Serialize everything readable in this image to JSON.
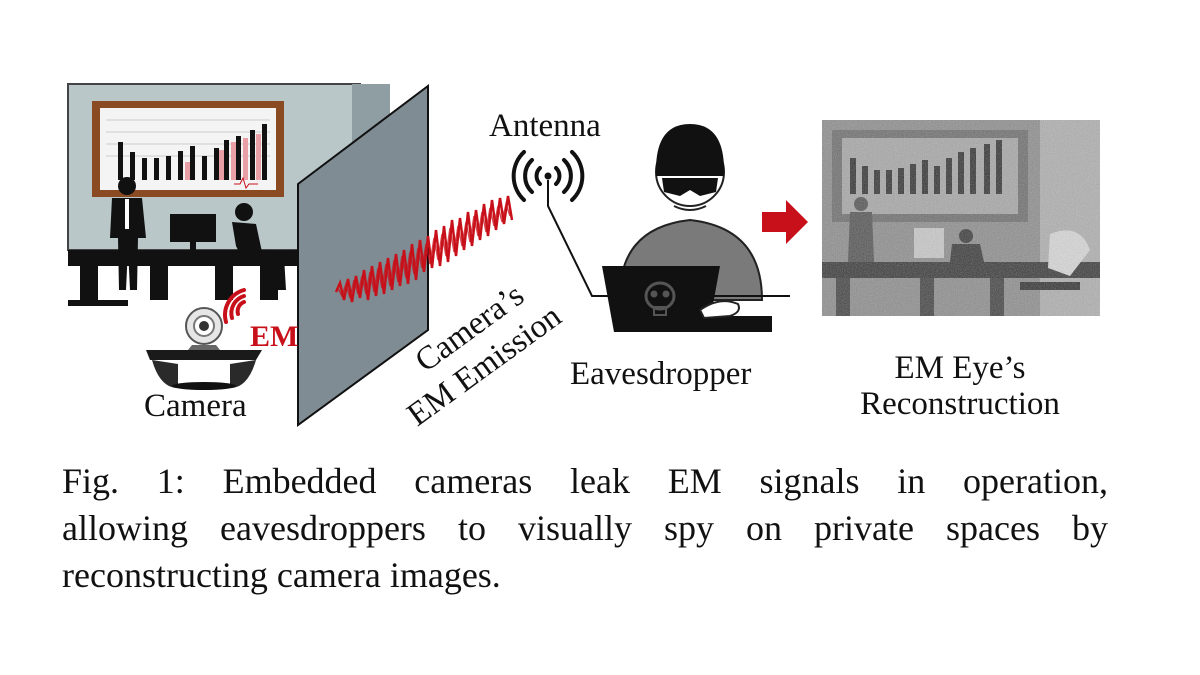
{
  "figure": {
    "labels": {
      "camera": "Camera",
      "em_badge": "EM",
      "emission_line1": "Camera’s",
      "emission_line2": "EM Emission",
      "antenna": "Antenna",
      "eavesdropper": "Eavesdropper",
      "reconstruction_line1": "EM Eye’s",
      "reconstruction_line2": "Reconstruction"
    },
    "colors": {
      "signal_red": "#c8101a",
      "wall_gray": "#7f8c93",
      "room_wall": "#b9c7c9",
      "frame_brown": "#8a4a22",
      "hacker_gray": "#7a7a7a"
    },
    "icons": [
      "webcam-icon",
      "wifi-signal-icon",
      "skull-icon",
      "red-arrow-icon",
      "broadcast-antenna-icon"
    ]
  },
  "caption": {
    "line1": "Fig. 1: Embedded cameras leak EM signals in operation,",
    "line2": "allowing eavesdroppers to visually spy on private spaces by",
    "line3": "reconstructing camera images."
  }
}
